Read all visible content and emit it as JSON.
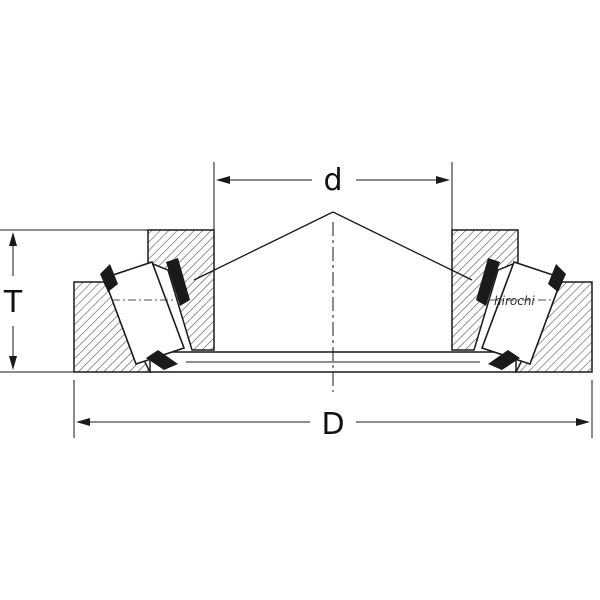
{
  "diagram": {
    "labels": {
      "bore": "d",
      "outer": "D",
      "height": "T"
    },
    "watermark": "hirochi",
    "colors": {
      "line": "#1a1a1a",
      "hatch": "#555555",
      "background": "#ffffff"
    }
  }
}
